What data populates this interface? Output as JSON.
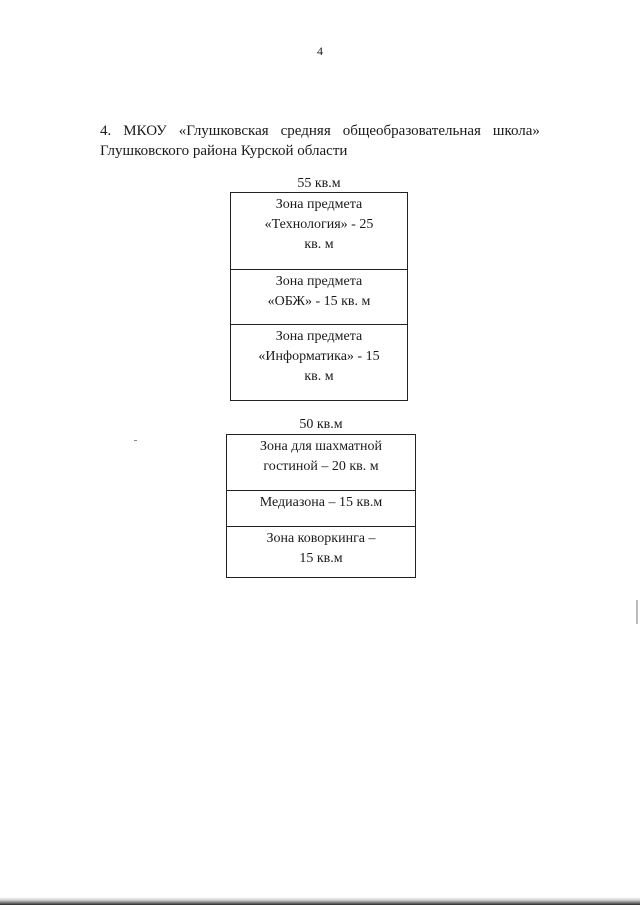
{
  "page_number": "4",
  "heading": {
    "line1": [
      "4.",
      "МКОУ",
      "«Глушковская",
      "средняя",
      "общеобразовательная",
      "школа»"
    ],
    "line2": "Глушковского района Курской области"
  },
  "room1": {
    "area": "55 кв.м",
    "zones": [
      "Зона предмета «Технология» - 25 кв. м",
      "Зона предмета «ОБЖ» - 15 кв. м",
      "Зона предмета «Информатика» - 15 кв. м"
    ]
  },
  "room2": {
    "area": "50 кв.м",
    "zones": [
      "Зона для шахматной гостиной – 20 кв. м",
      "Медиазона – 15 кв.м",
      "Зона коворкинга – 15 кв.м"
    ]
  }
}
